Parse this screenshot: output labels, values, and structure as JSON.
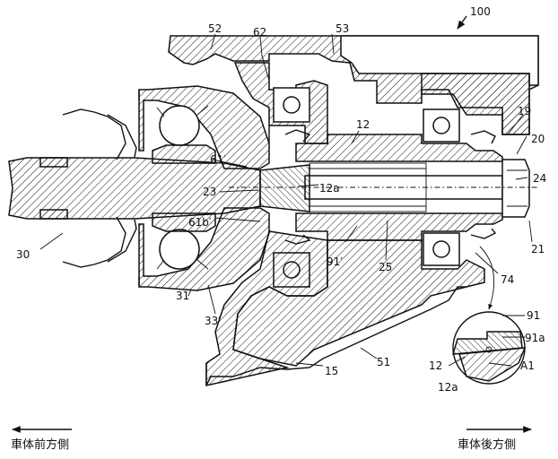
{
  "figure": {
    "ref_main": "100",
    "labels": {
      "l52": "52",
      "l62": "62",
      "l53": "53",
      "l12": "12",
      "l19": "19",
      "l20": "20",
      "l61p": "61′",
      "l23": "23",
      "l12a": "12a",
      "l24": "24",
      "l61b": "61b′",
      "l30": "30",
      "l91p": "91′",
      "l25": "25",
      "l21": "21",
      "l74": "74",
      "l91": "91",
      "l91a": "91a",
      "l12d": "12",
      "lA1": "A1",
      "l12ad": "12a",
      "l31": "31",
      "l33p": "33′",
      "l15": "15",
      "l51": "51"
    },
    "front_caption": "車体前方側",
    "rear_caption": "車体後方側"
  }
}
